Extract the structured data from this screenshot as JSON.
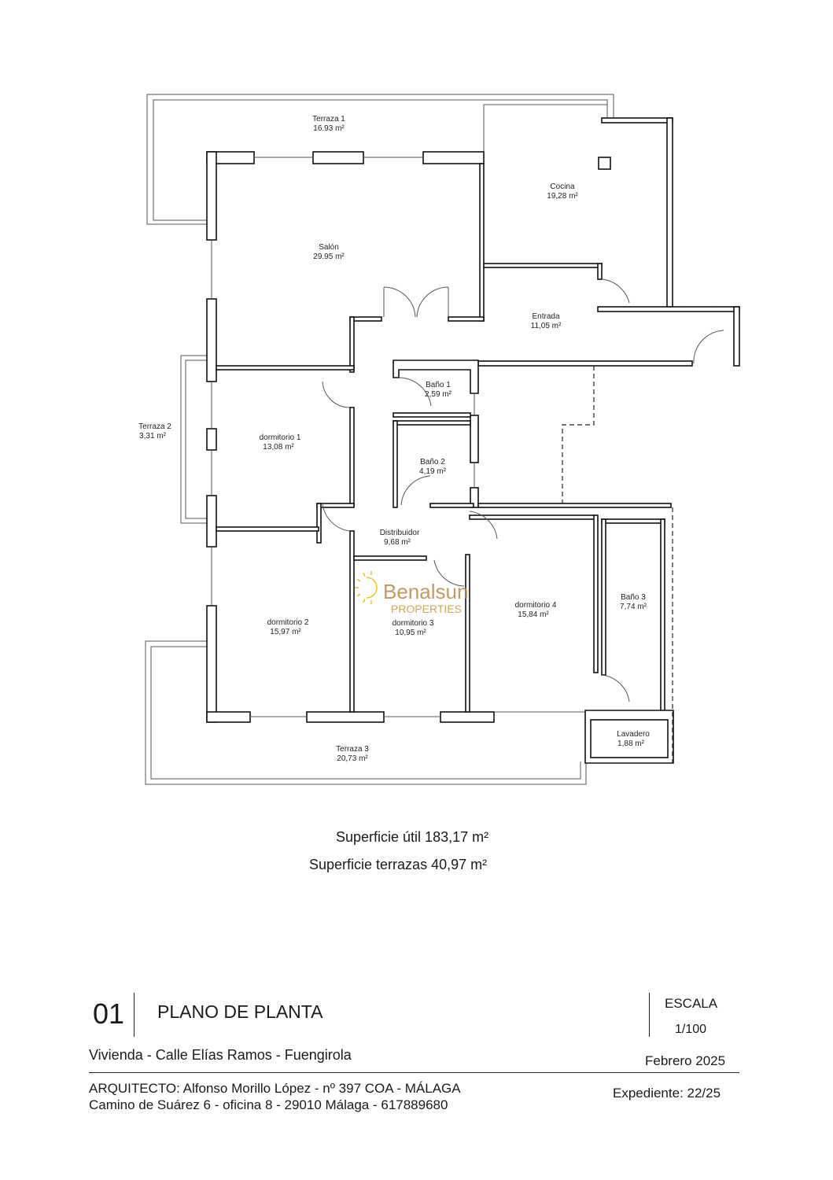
{
  "rooms": {
    "terraza1": {
      "name": "Terraza 1",
      "area": "16.93 m²"
    },
    "cocina": {
      "name": "Cocina",
      "area": "19,28 m²"
    },
    "salon": {
      "name": "Salón",
      "area": "29.95 m²"
    },
    "entrada": {
      "name": "Entrada",
      "area": "11,05 m²"
    },
    "terraza2": {
      "name": "Terraza 2",
      "area": "3,31 m²"
    },
    "dormitorio1": {
      "name": "dormitorio 1",
      "area": "13,08 m²"
    },
    "bano1": {
      "name": "Baño 1",
      "area": "2,59 m²"
    },
    "bano2": {
      "name": "Baño 2",
      "area": "4,19 m²"
    },
    "distribuidor": {
      "name": "Distribuidor",
      "area": "9,68 m²"
    },
    "dormitorio2": {
      "name": "dormitorio 2",
      "area": "15,97 m²"
    },
    "dormitorio3": {
      "name": "dormitorio 3",
      "area": "10,95 m²"
    },
    "dormitorio4": {
      "name": "dormitorio 4",
      "area": "15,84 m²"
    },
    "bano3": {
      "name": "Baño 3",
      "area": "7,74 m²"
    },
    "lavadero": {
      "name": "Lavadero",
      "area": "1,88 m²"
    },
    "terraza3": {
      "name": "Terraza 3",
      "area": "20,73 m²"
    }
  },
  "watermark": {
    "brand": "Benalsun",
    "sub": "PROPERTIES",
    "color": "#b8894a",
    "sun_color": "#f2b705"
  },
  "summary": {
    "util": "Superficie útil  183,17 m²",
    "terrazas": "Superficie terrazas  40,97 m²"
  },
  "titleblock": {
    "number": "01",
    "title": "PLANO DE PLANTA",
    "subtitle": "Vivienda - Calle Elías Ramos - Fuengirola",
    "architect": "ARQUITECTO: Alfonso Morillo López - nº 397 COA - MÁLAGA",
    "address": "Camino de Suárez 6 - oficina 8 - 29010 Málaga - 617889680",
    "scale_label": "ESCALA",
    "scale_value": "1/100",
    "date": "Febrero 2025",
    "expediente": "Expediente: 22/25"
  }
}
